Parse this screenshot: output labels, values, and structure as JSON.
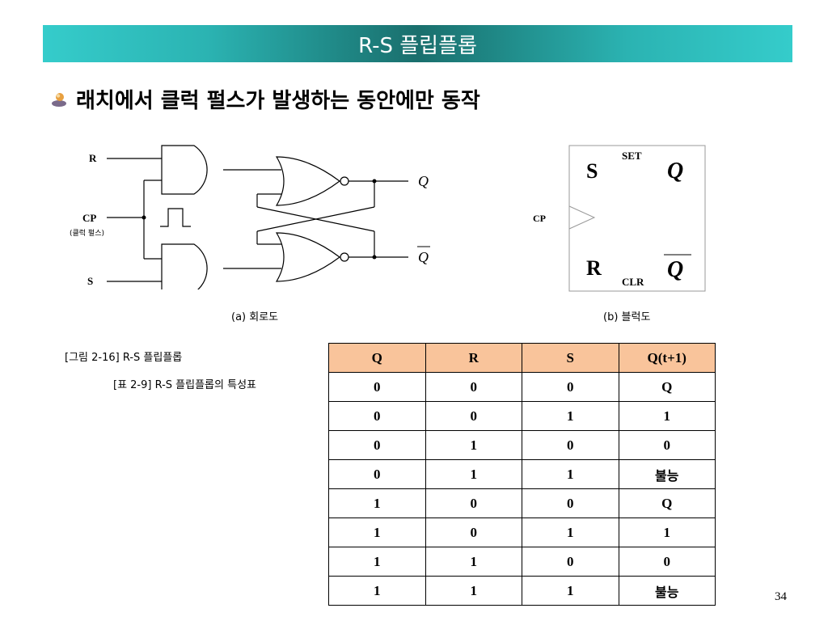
{
  "title": "R-S 플립플롭",
  "bullet": "래치에서 클럭 펄스가 발생하는 동안에만 동작",
  "circuit": {
    "input_r": "R",
    "input_cp": "CP",
    "input_cp_note": "(클럭 펄스)",
    "input_s": "S",
    "output_q": "Q",
    "output_qbar": "Q",
    "caption": "(a) 회로도"
  },
  "block": {
    "s": "S",
    "r": "R",
    "set": "SET",
    "clr": "CLR",
    "q": "Q",
    "qbar": "Q",
    "cp": "CP",
    "caption": "(b) 블럭도"
  },
  "figure_caption": "[그림 2-16] R-S 플립플롭",
  "table_caption": "[표 2-9] R-S 플립플롭의 특성표",
  "table": {
    "headers": [
      "Q",
      "R",
      "S",
      "Q(t+1)"
    ],
    "rows": [
      [
        "0",
        "0",
        "0",
        "Q"
      ],
      [
        "0",
        "0",
        "1",
        "1"
      ],
      [
        "0",
        "1",
        "0",
        "0"
      ],
      [
        "0",
        "1",
        "1",
        "불능"
      ],
      [
        "1",
        "0",
        "0",
        "Q"
      ],
      [
        "1",
        "0",
        "1",
        "1"
      ],
      [
        "1",
        "1",
        "0",
        "0"
      ],
      [
        "1",
        "1",
        "1",
        "불능"
      ]
    ]
  },
  "page_number": "34"
}
